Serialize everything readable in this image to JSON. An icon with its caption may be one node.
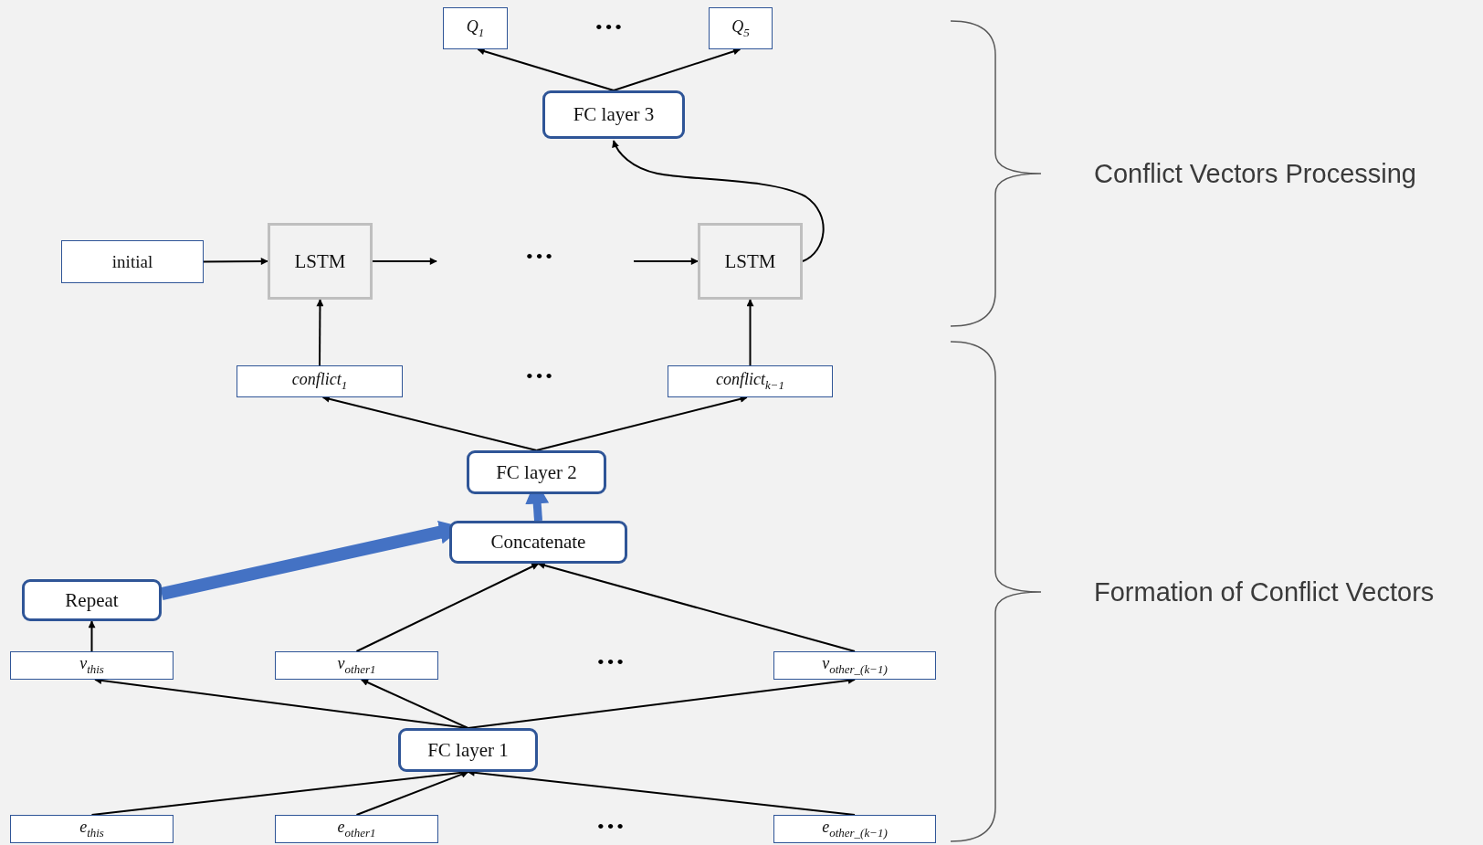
{
  "diagram": {
    "nodes": [
      {
        "text": [
          "Q$_{1}$"
        ]
      },
      {
        "text": [
          "Q$_{5}$"
        ]
      },
      {
        "text": [
          "FC layer 3"
        ]
      },
      {
        "text": [
          "initial"
        ]
      },
      {
        "text": [
          "LSTM"
        ]
      },
      {
        "text": [
          "LSTM"
        ]
      },
      {
        "text": [
          "conflict$_{1}$"
        ]
      },
      {
        "text": [
          "conflict$_{k−1}$"
        ]
      },
      {
        "text": [
          "FC layer 2"
        ]
      },
      {
        "text": [
          "Concatenate"
        ]
      },
      {
        "text": [
          "Repeat"
        ]
      },
      {
        "text": [
          "v$_{this}$"
        ]
      },
      {
        "text": [
          "v$_{other1}$"
        ]
      },
      {
        "text": [
          "v$_{other_(k−1)}$"
        ]
      },
      {
        "text": [
          "FC layer 1"
        ]
      },
      {
        "text": [
          "e$_{this}$"
        ]
      },
      {
        "text": [
          "e$_{other1}$"
        ]
      },
      {
        "text": [
          "e$_{other_(k−1)}$"
        ]
      }
    ],
    "edges": [
      {
        "from": 2,
        "to": 0,
        "arrow": "to"
      },
      {
        "from": 2,
        "to": 1,
        "arrow": "to"
      },
      {
        "from": 5,
        "to": 2,
        "arrow": "to"
      },
      {
        "from": 3,
        "to": 4,
        "arrow": "to"
      },
      {
        "from": 4,
        "to": null,
        "arrow": "to"
      },
      {
        "from": null,
        "to": 5,
        "arrow": "to"
      },
      {
        "from": 6,
        "to": 4,
        "arrow": "to"
      },
      {
        "from": 7,
        "to": 5,
        "arrow": "to"
      },
      {
        "from": 8,
        "to": 6,
        "arrow": "to"
      },
      {
        "from": 8,
        "to": 7,
        "arrow": "to"
      },
      {
        "from": 9,
        "to": 8,
        "arrow": "to",
        "style": "thick",
        "color": "#4472c4"
      },
      {
        "from": 10,
        "to": 9,
        "arrow": "to",
        "style": "thick",
        "color": "#4472c4"
      },
      {
        "from": 11,
        "to": 10,
        "arrow": "to"
      },
      {
        "from": 12,
        "to": 9,
        "arrow": "to"
      },
      {
        "from": 13,
        "to": 9,
        "arrow": "to"
      },
      {
        "from": 14,
        "to": 11,
        "arrow": "to"
      },
      {
        "from": 14,
        "to": 12,
        "arrow": "to"
      },
      {
        "from": 14,
        "to": 13,
        "arrow": "to"
      },
      {
        "from": 15,
        "to": 14,
        "arrow": "to"
      },
      {
        "from": 16,
        "to": 14,
        "arrow": "to"
      },
      {
        "from": 17,
        "to": 14,
        "arrow": "to"
      }
    ],
    "labels": [
      "•••",
      "Conflict Vectors Processing",
      "•••",
      "•••",
      "Formation of Conflict Vectors",
      "•••",
      "•••"
    ]
  }
}
